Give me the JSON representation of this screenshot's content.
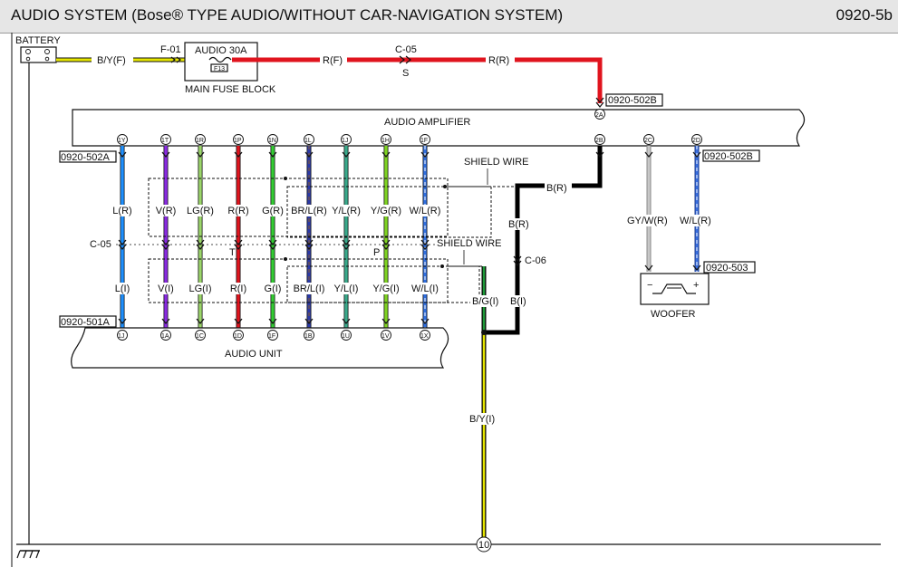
{
  "header": {
    "title": "AUDIO SYSTEM (Bose® TYPE AUDIO/WITHOUT CAR-NAVIGATION SYSTEM)",
    "page_id": "0920-5b"
  },
  "battery": {
    "label": "BATTERY"
  },
  "fuse": {
    "connector": "F-01",
    "name": "AUDIO 30A",
    "code": "F13",
    "block": "MAIN FUSE BLOCK",
    "wire_in": "B/Y(F)",
    "wire_out": "R(F)"
  },
  "power": {
    "connector": "C-05",
    "pin": "S",
    "wire": "R(R)"
  },
  "amplifier": {
    "name": "AUDIO AMPLIFIER",
    "ref_left": "0920-502A",
    "ref_right": "0920-502B",
    "ref_top": "0920-502B",
    "power_pin": "2A",
    "ground_pin": "2B",
    "woofer_pins": [
      "2C",
      "2D"
    ]
  },
  "audio_unit": {
    "name": "AUDIO UNIT",
    "ref": "0920-501A"
  },
  "signal_wires": [
    {
      "amp_pin": "1Y",
      "wire_r": "L(R)",
      "wire_i": "L(I)",
      "unit_pin": "1J",
      "color": "#1e90ff",
      "stripe": ""
    },
    {
      "amp_pin": "1T",
      "wire_r": "V(R)",
      "wire_i": "V(I)",
      "unit_pin": "1A",
      "color": "#8a2be2",
      "stripe": ""
    },
    {
      "amp_pin": "1R",
      "wire_r": "LG(R)",
      "wire_i": "LG(I)",
      "unit_pin": "1C",
      "color": "#9cd66a",
      "stripe": ""
    },
    {
      "amp_pin": "1P",
      "wire_r": "R(R)",
      "wire_i": "R(I)",
      "unit_pin": "1D",
      "color": "#e0141e",
      "stripe": ""
    },
    {
      "amp_pin": "1N",
      "wire_r": "G(R)",
      "wire_i": "G(I)",
      "unit_pin": "1F",
      "color": "#33cc33",
      "stripe": ""
    },
    {
      "amp_pin": "1L",
      "wire_r": "BR/L(R)",
      "wire_i": "BR/L(I)",
      "unit_pin": "1B",
      "color": "#2b3aa8",
      "stripe": "#8b5a2b"
    },
    {
      "amp_pin": "1J",
      "wire_r": "Y/L(R)",
      "wire_i": "Y/L(I)",
      "unit_pin": "1U",
      "color": "#3aaa8c",
      "stripe": ""
    },
    {
      "amp_pin": "1H",
      "wire_r": "Y/G(R)",
      "wire_i": "Y/G(I)",
      "unit_pin": "1V",
      "color": "#7ed321",
      "stripe": ""
    },
    {
      "amp_pin": "1F",
      "wire_r": "W/L(R)",
      "wire_i": "W/L(I)",
      "unit_pin": "1X",
      "color": "#2f6fe0",
      "stripe": "#ffffff"
    }
  ],
  "harness": {
    "connector_a": "C-05",
    "connector_b": "C-06",
    "mark_t": "T",
    "mark_p": "P"
  },
  "shield": {
    "label_top": "SHIELD WIRE",
    "label_bottom": "SHIELD WIRE"
  },
  "ground_wires": {
    "amp_wire": "B(R)",
    "amp_wire_mid": "B(R)",
    "unit_wire": "B(I)",
    "shield_wire": "B/G(I)",
    "ground_run": "B/Y(I)",
    "ground_point": "10"
  },
  "woofer": {
    "name": "WOOFER",
    "ref": "0920-503",
    "wire_1": "GY/W(R)",
    "wire_2": "W/L(R)",
    "wire_1_color": "#c8c8c8",
    "wire_2_color": "#3a6fe0",
    "plus": "+",
    "minus": "−"
  },
  "colors": {
    "red": "#e0141e",
    "black": "#000000",
    "green": "#1f9c3a",
    "yellow": "#e6e600"
  }
}
